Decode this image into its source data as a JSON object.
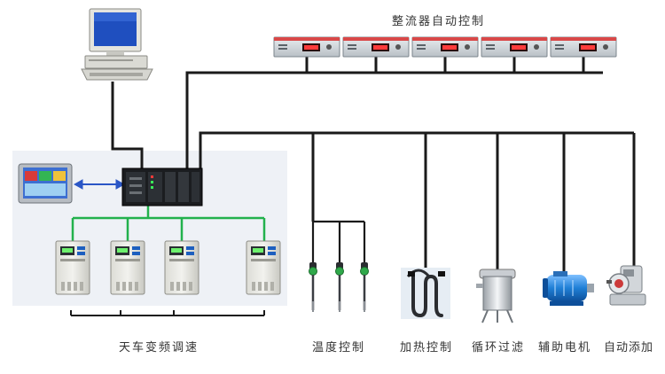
{
  "labels": {
    "rectifier_control": "整流器自动控制",
    "crane_vfd": "天车变频调速",
    "temperature_control": "温度控制",
    "heating_control": "加热控制",
    "circulation_filter": "循环过滤",
    "auxiliary_motor": "辅助电机",
    "auto_dosing": "自动添加"
  },
  "rectifier_count": 5,
  "vfd_count": 4,
  "sensor_count": 3,
  "colors": {
    "bus_line": "#1a1a1a",
    "vfd_network": "#22b14c",
    "hmi_link": "#2a56c6",
    "pump_blue": "#1f7fd6"
  }
}
